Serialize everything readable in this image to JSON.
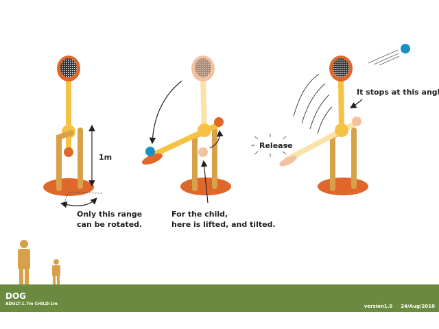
{
  "annotations": {
    "height": "1m",
    "range_line1": "Only this range",
    "range_line2": "can be rotated.",
    "child_line1": "For the child,",
    "child_line2": "here is lifted, and tilted.",
    "stops": "It stops at this angle.",
    "release": "Release"
  },
  "footer": {
    "title": "DOG",
    "sizes": "ADULT:1.7m   CHILD:1m",
    "version": "version1.0",
    "date": "24/Aug/2010"
  },
  "colors": {
    "orange": "#e0672b",
    "yellow": "#f6c243",
    "post": "#d9a04a",
    "green": "#6a8a3f",
    "blue": "#1a8fc4",
    "pink": "#f3c1a0"
  }
}
